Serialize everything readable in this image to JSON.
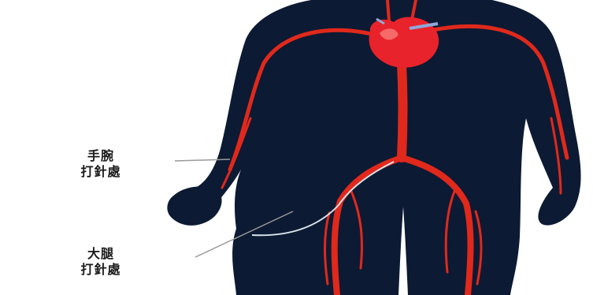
{
  "callouts": {
    "wrist": {
      "line1": "手腕",
      "line2": "打針處"
    },
    "thigh": {
      "line1": "大腿",
      "line2": "打針處"
    }
  },
  "colors": {
    "background": "#ffffff",
    "body": "#0d1a33",
    "artery": "#e0291c",
    "heart": "#e8232b",
    "vein_accent": "#8fa8d8",
    "leader_line": "#9a9a9a",
    "catheter": "#d9e3ea",
    "label_text": "#1a1a1a"
  },
  "icons": {
    "heart": "heart-icon",
    "body": "human-body-silhouette"
  }
}
